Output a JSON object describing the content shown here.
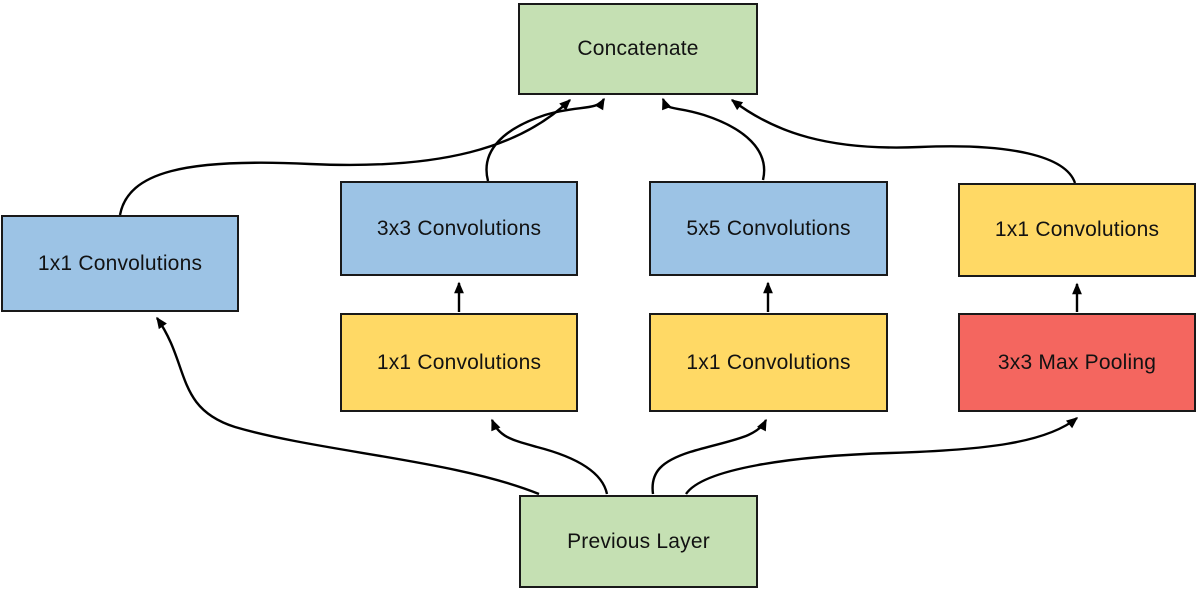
{
  "diagram": {
    "type": "neural-network-inception-module",
    "nodes": [
      {
        "id": "concatenate",
        "label": "Concatenate",
        "color": "green"
      },
      {
        "id": "conv1x1-left",
        "label": "1x1 Convolutions",
        "color": "blue"
      },
      {
        "id": "conv3x3",
        "label": "3x3 Convolutions",
        "color": "blue"
      },
      {
        "id": "conv1x1-midleft",
        "label": "1x1 Convolutions",
        "color": "yellow"
      },
      {
        "id": "conv5x5",
        "label": "5x5 Convolutions",
        "color": "blue"
      },
      {
        "id": "conv1x1-midright",
        "label": "1x1 Convolutions",
        "color": "yellow"
      },
      {
        "id": "conv1x1-right",
        "label": "1x1 Convolutions",
        "color": "yellow"
      },
      {
        "id": "maxpool3x3",
        "label": "3x3 Max Pooling",
        "color": "red"
      },
      {
        "id": "previous-layer",
        "label": "Previous Layer",
        "color": "green"
      }
    ],
    "edges": [
      {
        "from": "previous-layer",
        "to": "conv1x1-left"
      },
      {
        "from": "previous-layer",
        "to": "conv1x1-midleft"
      },
      {
        "from": "previous-layer",
        "to": "conv1x1-midright"
      },
      {
        "from": "previous-layer",
        "to": "maxpool3x3"
      },
      {
        "from": "conv1x1-midleft",
        "to": "conv3x3"
      },
      {
        "from": "conv1x1-midright",
        "to": "conv5x5"
      },
      {
        "from": "maxpool3x3",
        "to": "conv1x1-right"
      },
      {
        "from": "conv1x1-left",
        "to": "concatenate"
      },
      {
        "from": "conv3x3",
        "to": "concatenate"
      },
      {
        "from": "conv5x5",
        "to": "concatenate"
      },
      {
        "from": "conv1x1-right",
        "to": "concatenate"
      }
    ],
    "palette": {
      "green": "#c5e0b3",
      "blue": "#9cc3e5",
      "yellow": "#ffd965",
      "red": "#f4665f",
      "border": "#191919",
      "arrow": "#000000",
      "background": "#ffffff",
      "text": "#121212"
    }
  }
}
